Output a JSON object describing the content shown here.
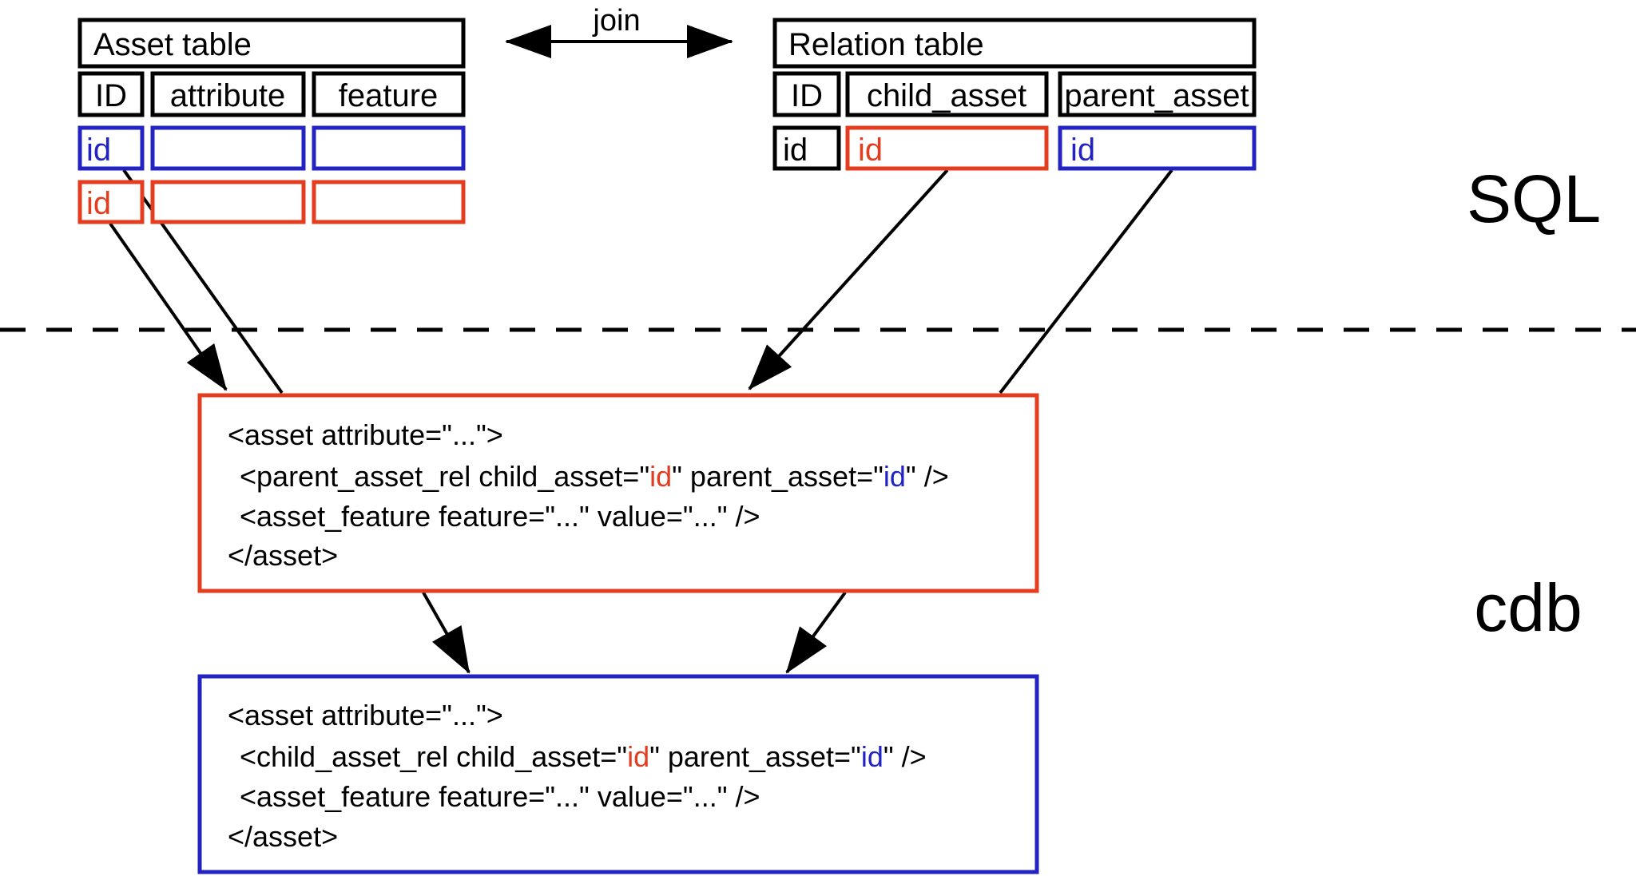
{
  "labels": {
    "join": "join",
    "sql_zone": "SQL",
    "cdb_zone": "cdb"
  },
  "colors": {
    "accent_red": "#e43c1e",
    "accent_blue": "#2323c3",
    "line_black": "#000000"
  },
  "asset_table": {
    "title": "Asset table",
    "columns": [
      "ID",
      "attribute",
      "feature"
    ],
    "rows": [
      {
        "id": "id",
        "attribute": "",
        "feature": "",
        "color": "blue"
      },
      {
        "id": "id",
        "attribute": "",
        "feature": "",
        "color": "red"
      }
    ]
  },
  "relation_table": {
    "title": "Relation table",
    "columns": [
      "ID",
      "child_asset",
      "parent_asset"
    ],
    "row": {
      "id": "id",
      "child_asset_id": "id",
      "parent_asset_id": "id"
    }
  },
  "parent_asset_xml": {
    "open_tag": "<asset attribute=\"...\">",
    "rel_pre": "<parent_asset_rel child_asset=\"",
    "rel_child_id": "id",
    "rel_mid": "\" parent_asset=\"",
    "rel_parent_id": "id",
    "rel_post": "\" />",
    "feature_line": "<asset_feature feature=\"...\" value=\"...\" />",
    "close_tag": "</asset>"
  },
  "child_asset_xml": {
    "open_tag": "<asset attribute=\"...\">",
    "rel_pre": "<child_asset_rel child_asset=\"",
    "rel_child_id": "id",
    "rel_mid": "\" parent_asset=\"",
    "rel_parent_id": "id",
    "rel_post": "\" />",
    "feature_line": "<asset_feature feature=\"...\" value=\"...\" />",
    "close_tag": "</asset>"
  }
}
